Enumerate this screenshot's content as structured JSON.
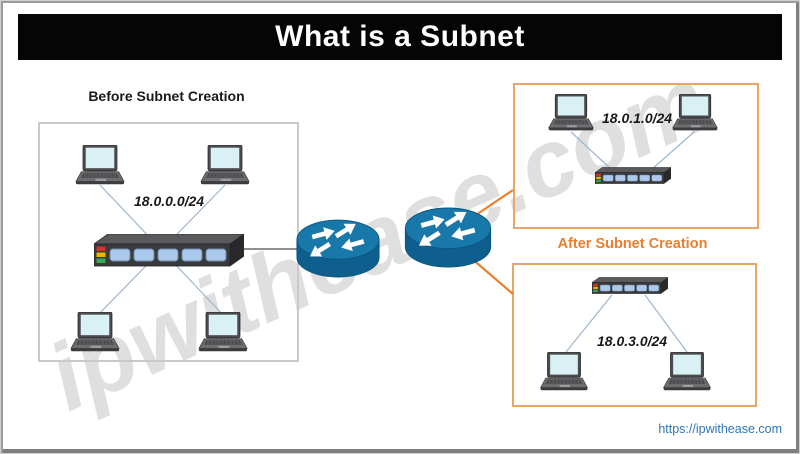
{
  "title": "What is a Subnet",
  "watermark_text": "ipwithease.com",
  "footer_url": "https://ipwithease.com",
  "before_section": {
    "label": "Before Subnet Creation",
    "subnet": "18.0.0.0/24"
  },
  "after_section": {
    "label": "After Subnet Creation",
    "subnet_top": "18.0.1.0/24",
    "subnet_bottom": "18.0.3.0/24"
  },
  "icons": {
    "laptop": "laptop-icon",
    "switch": "switch-icon",
    "router": "router-icon"
  },
  "colors": {
    "accent_orange": "#E8802F",
    "box_border_orange": "#E9A564",
    "router_blue": "#1878A9",
    "link_blue": "#2E75B6",
    "lan_line_blue": "#9FB6CE",
    "switch_body": "#3A3A3C",
    "port_blue": "#ABC9EC",
    "led_red": "#D93025",
    "led_yellow": "#E6B800",
    "led_green": "#34A853",
    "title_bg": "#050505",
    "title_fg": "#FFFFFF"
  }
}
